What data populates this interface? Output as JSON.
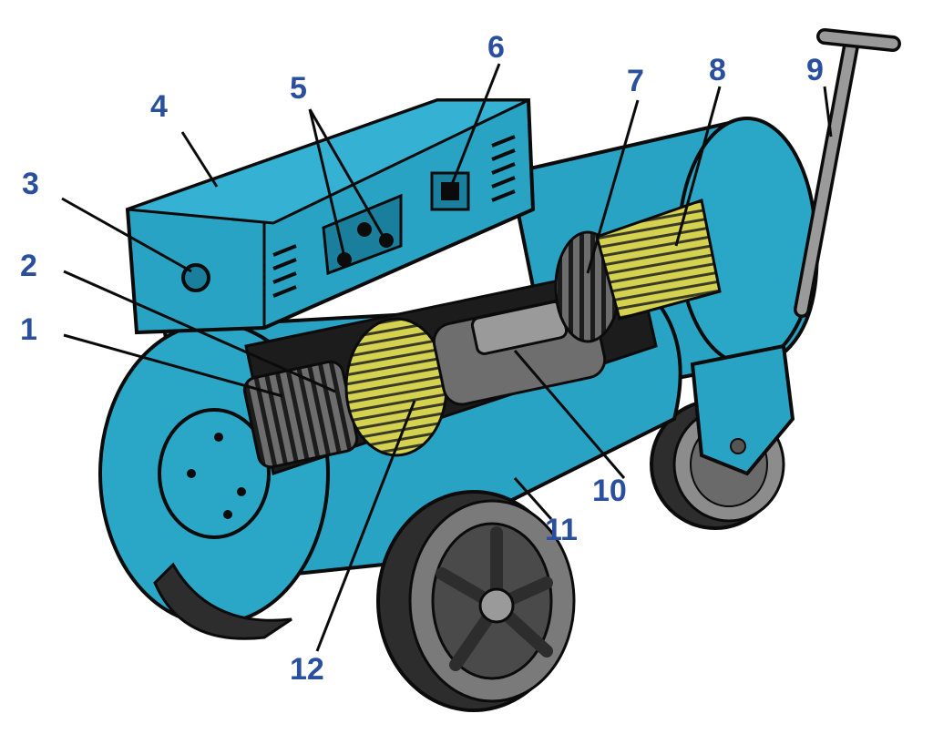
{
  "diagram": {
    "labels": {
      "n1": "1",
      "n2": "2",
      "n3": "3",
      "n4": "4",
      "n5": "5",
      "n6": "6",
      "n7": "7",
      "n8": "8",
      "n9": "9",
      "n10": "10",
      "n11": "11",
      "n12": "12"
    },
    "colors": {
      "body": "#29a3c4",
      "body_dark": "#1a7f9c",
      "outline": "#0b0b0b",
      "label": "#2a4f9e",
      "winding": "#c9c94a",
      "metal": "#8a8a8a"
    }
  }
}
